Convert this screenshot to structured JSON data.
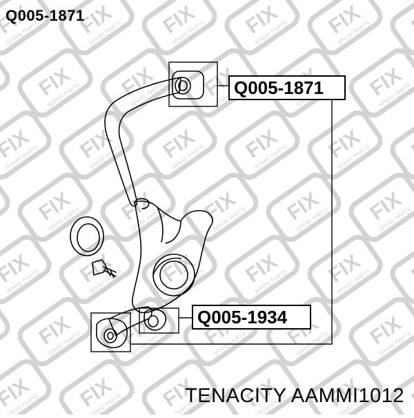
{
  "title": "Q005-1871",
  "callouts": {
    "upper": "Q005-1871",
    "lower": "Q005-1934"
  },
  "footer": "TENACITY AAMMI1012",
  "watermark": {
    "brand": "FIX",
    "tagline": "SPARE PARTS"
  },
  "colors": {
    "line": "#000000",
    "watermark": "#cfcfcf",
    "background": "#ffffff"
  }
}
